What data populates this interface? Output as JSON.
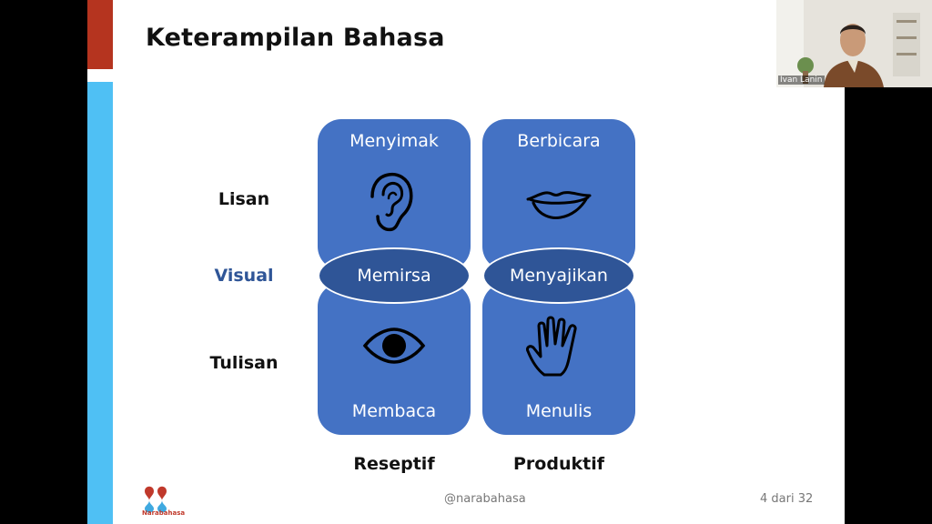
{
  "slide": {
    "title": "Keterampilan Bahasa",
    "rows": {
      "lisan": "Lisan",
      "visual": "Visual",
      "tulisan": "Tulisan"
    },
    "columns": {
      "reseptif": "Reseptif",
      "produktif": "Produktif"
    },
    "tiles": {
      "top_left": "Menyimak",
      "top_right": "Berbicara",
      "bottom_left": "Membaca",
      "bottom_right": "Menulis"
    },
    "ovals": {
      "left": "Memirsa",
      "right": "Menyajikan"
    },
    "icons": [
      "ear-icon",
      "lips-icon",
      "eye-icon",
      "hand-icon"
    ],
    "footer": {
      "handle": "@narabahasa",
      "page": "4 dari 32"
    },
    "logo_text": "Narabahasa"
  },
  "video": {
    "participant_name": "Ivan Lanin"
  },
  "colors": {
    "tile": "#4472c4",
    "oval": "#2f5597",
    "accent_red": "#b5341f",
    "accent_blue": "#4fc0f4"
  }
}
